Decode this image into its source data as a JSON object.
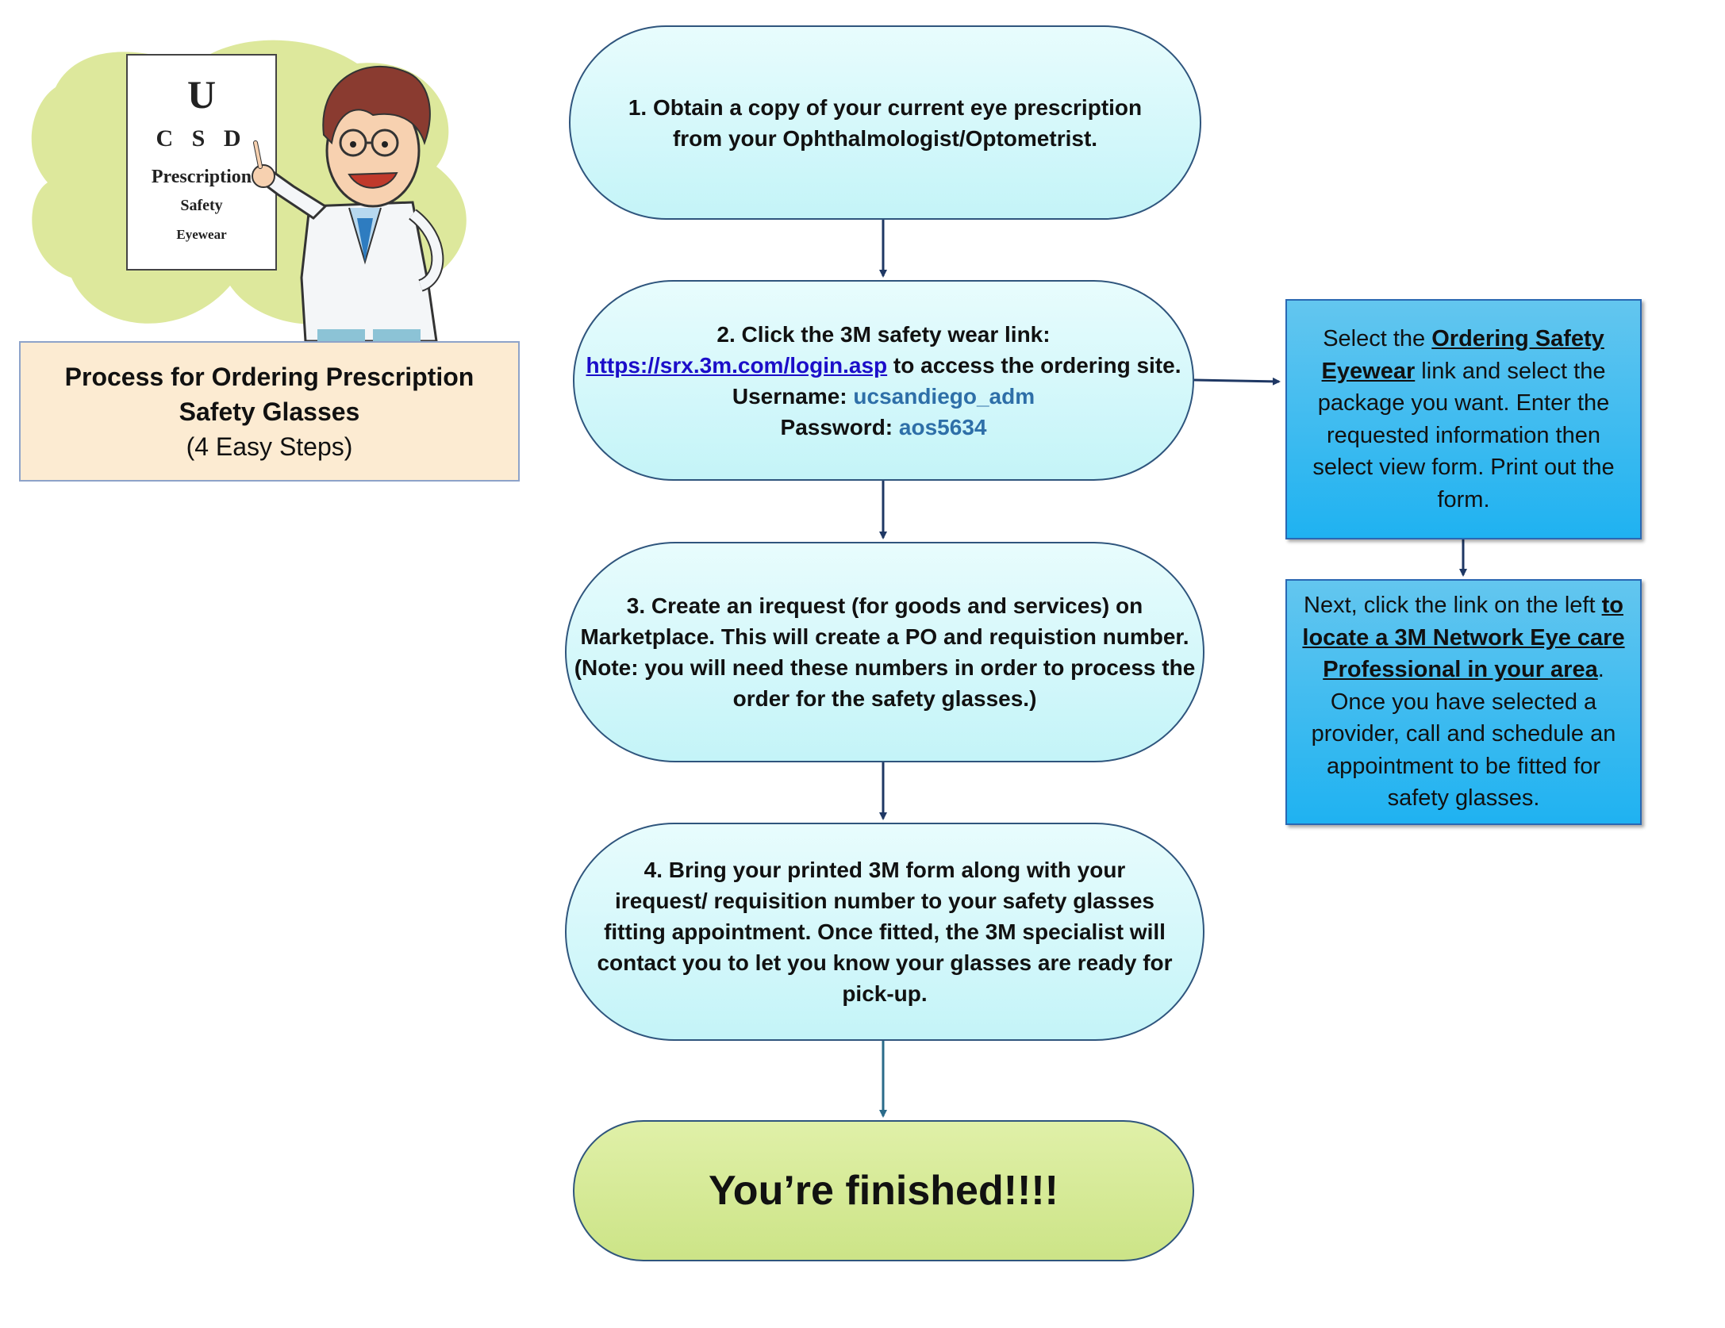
{
  "illustration": {
    "chart_lines": [
      "U",
      "C S D",
      "Prescription",
      "Safety",
      "Eyewear"
    ]
  },
  "title": {
    "main": "Process for Ordering Prescription Safety Glasses",
    "sub": "(4 Easy Steps)"
  },
  "steps": {
    "step1": "1.  Obtain a copy of your current eye prescription from your Ophthalmologist/Optometrist.",
    "step2": {
      "intro": "2. Click the 3M safety wear  link:",
      "link": "https://srx.3m.com/login.asp",
      "after_link": " to access the ordering site.",
      "username_label": "Username: ",
      "username": "ucsandiego_adm",
      "password_label": "Password: ",
      "password": "aos5634"
    },
    "step3": "3. Create an irequest (for goods and services) on Marketplace. This will create a PO and requistion number. (Note: you will need these numbers in order to process the order for the safety glasses.)",
    "step4": "4. Bring your printed 3M form along with your irequest/ requisition number to your safety glasses fitting appointment. Once fitted, the 3M specialist will contact you to let you know your glasses are ready for pick-up.",
    "finish": "You’re finished!!!!"
  },
  "side": {
    "a": {
      "pre": "Select the ",
      "bold": "Ordering Safety Eyewear",
      "post": " link and select the package you want. Enter the requested information then select view form. Print out the form."
    },
    "b": {
      "pre": "Next, click the link on the left ",
      "bold": "to locate a 3M Network Eye care Professional in your area",
      "post": ". Once you have selected a provider, call and schedule an appointment to be fitted for safety glasses."
    }
  },
  "colors": {
    "step_fill": "#c4f4f8",
    "finish_fill": "#d1e690",
    "side_fill": "#33b8f0",
    "title_fill": "#fcebd2",
    "arrow": "#1f3864"
  }
}
